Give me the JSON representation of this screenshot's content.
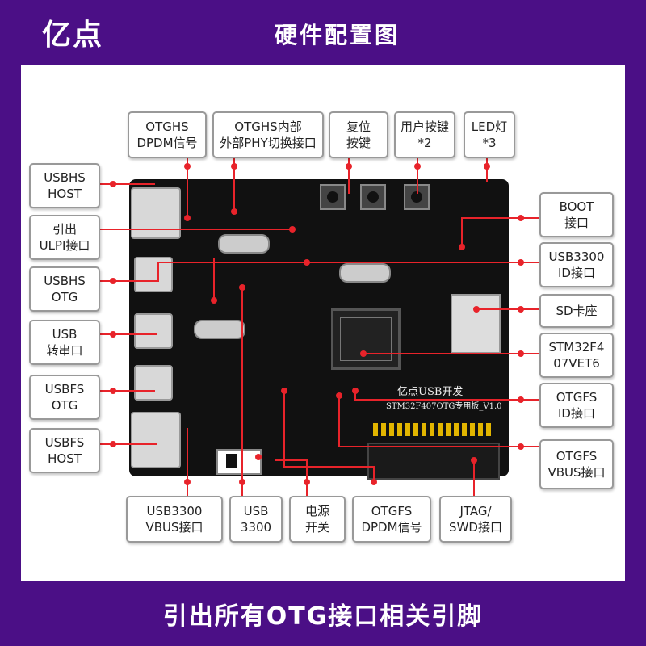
{
  "header": {
    "brand": "亿点",
    "title": "硬件配置图"
  },
  "footer": {
    "text": "引出所有OTG接口相关引脚"
  },
  "colors": {
    "purple": "#4b0f86",
    "line": "#e8232a"
  },
  "board": {
    "silk_title": "亿点USB开发",
    "silk_sub": "STM32F407OTG专用板_V1.0"
  },
  "labels": {
    "otghs_dpdm": [
      "OTGHS",
      "DPDM信号"
    ],
    "otghs_phy": [
      "OTGHS内部",
      "外部PHY切换接口"
    ],
    "reset": [
      "复位",
      "按键"
    ],
    "user_key": [
      "用户按键",
      "*2"
    ],
    "led": [
      "LED灯",
      "*3"
    ],
    "usbhs_host": [
      "USBHS",
      "HOST"
    ],
    "ulpi": [
      "引出",
      "ULPI接口"
    ],
    "usbhs_otg": [
      "USBHS",
      "OTG"
    ],
    "usb_uart": [
      "USB",
      "转串口"
    ],
    "usbfs_otg": [
      "USBFS",
      "OTG"
    ],
    "usbfs_host": [
      "USBFS",
      "HOST"
    ],
    "boot": [
      "BOOT",
      "接口"
    ],
    "usb3300_id": [
      "USB3300",
      "ID接口"
    ],
    "sd": [
      "SD卡座"
    ],
    "mcu": [
      "STM32F4",
      "07VET6"
    ],
    "otgfs_id": [
      "OTGFS",
      "ID接口"
    ],
    "otgfs_vbus": [
      "OTGFS",
      "VBUS接口"
    ],
    "usb3300_vbus": [
      "USB3300",
      "VBUS接口"
    ],
    "usb3300": [
      "USB",
      "3300"
    ],
    "power": [
      "电源",
      "开关"
    ],
    "otgfs_dpdm": [
      "OTGFS",
      "DPDM信号"
    ],
    "jtag": [
      "JTAG/",
      "SWD接口"
    ]
  }
}
